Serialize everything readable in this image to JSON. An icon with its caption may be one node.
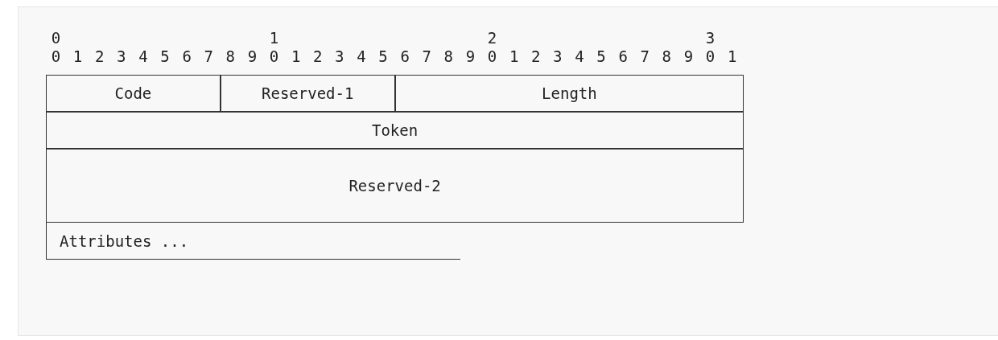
{
  "diagram": {
    "nodes": [
      {
        "text": [
          "Code"
        ]
      },
      {
        "text": [
          "Reserved-1"
        ]
      },
      {
        "text": [
          "Length"
        ]
      },
      {
        "text": [
          "Token"
        ]
      },
      {
        "text": [
          "Reserved-2"
        ]
      },
      {
        "text": [
          "Attributes ..."
        ]
      }
    ],
    "labels": [
      "0",
      "1",
      "2",
      "3",
      "0 1 2 3 4 5 6 7 8 9 0 1 2 3 4 5 6 7 8 9 0 1 2 3 4 5 6 7 8 9 0 1"
    ]
  }
}
